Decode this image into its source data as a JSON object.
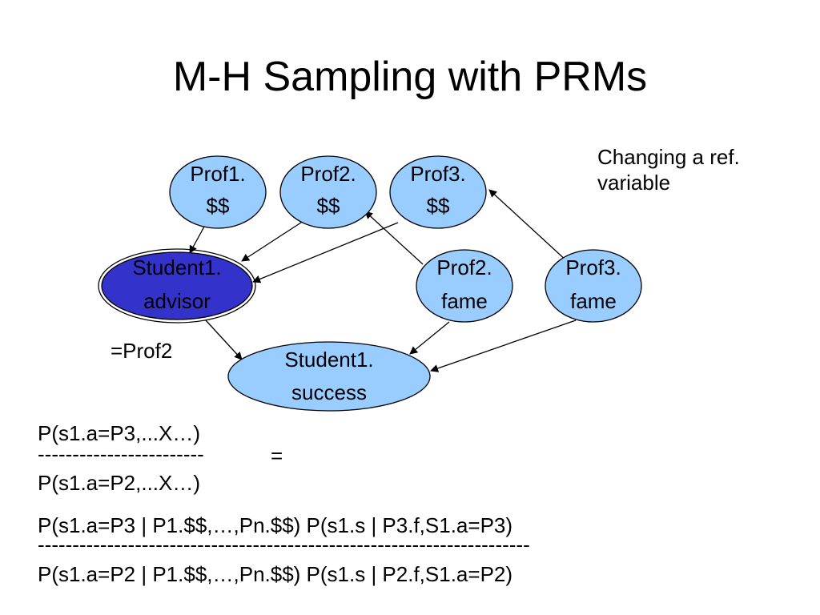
{
  "title": "M-H Sampling with PRMs",
  "side_note": {
    "line1": "Changing a ref.",
    "line2": "variable"
  },
  "nodes": {
    "prof1_money": {
      "line1": "Prof1.",
      "line2": "$$"
    },
    "prof2_money": {
      "line1": "Prof2.",
      "line2": "$$"
    },
    "prof3_money": {
      "line1": "Prof3.",
      "line2": "$$"
    },
    "student1_advisor": {
      "line1": "Student1.",
      "line2": "advisor"
    },
    "prof2_fame": {
      "line1": "Prof2.",
      "line2": "fame"
    },
    "prof3_fame": {
      "line1": "Prof3.",
      "line2": "fame"
    },
    "student1_success": {
      "line1": "Student1.",
      "line2": "success"
    }
  },
  "advisor_value": "=Prof2",
  "ratio1": {
    "numerator": "P(s1.a=P3,...X…)",
    "divider": "------------------------",
    "equals": "=",
    "denominator": "P(s1.a=P2,...X…)"
  },
  "ratio2": {
    "numerator": "P(s1.a=P3 | P1.$$,…,Pn.$$) P(s1.s | P3.f,S1.a=P3)",
    "divider": "-----------------------------------------------------------------------",
    "denominator": "P(s1.a=P2 | P1.$$,…,Pn.$$) P(s1.s | P2.f,S1.a=P2)"
  },
  "colors": {
    "node_fill": "#99ccff",
    "advisor_fill": "#3333cc",
    "node_stroke": "#000000"
  }
}
